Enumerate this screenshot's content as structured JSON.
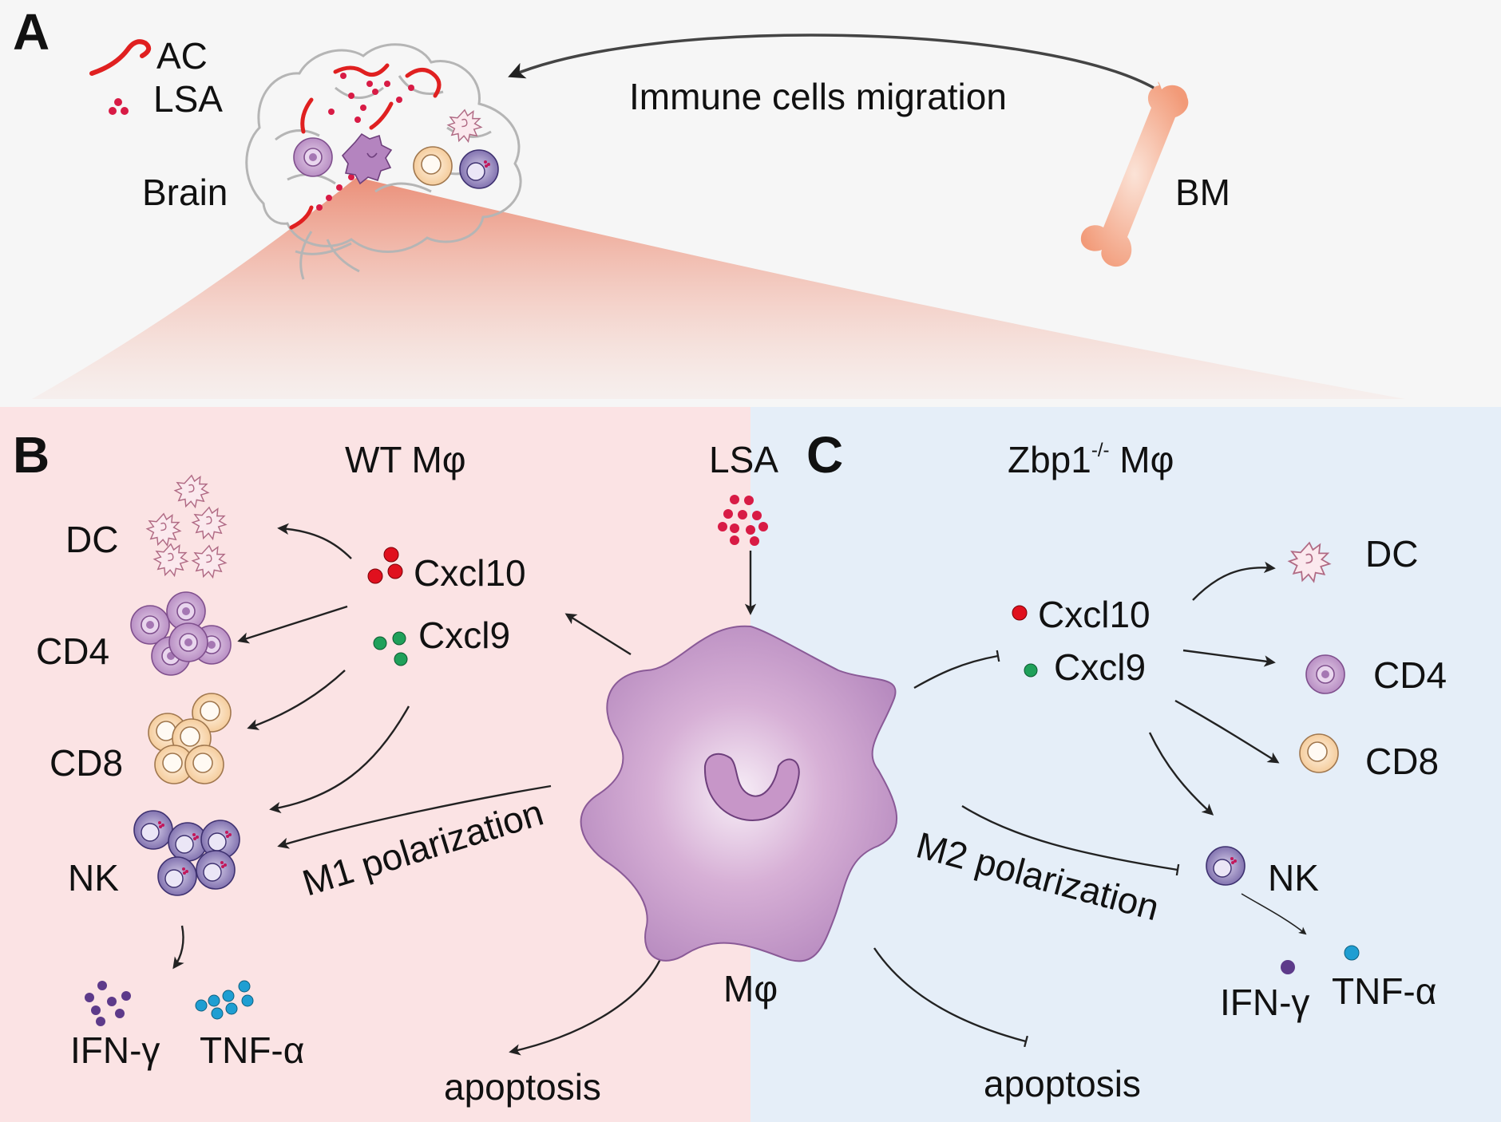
{
  "panel_a": {
    "letter": "A",
    "legend": {
      "ac_label": "AC",
      "lsa_label": "LSA"
    },
    "brain_label": "Brain",
    "bm_label": "BM",
    "migration_label": "Immune cells migration"
  },
  "panel_b": {
    "letter": "B",
    "title": "WT Mφ",
    "chemokines": [
      "Cxcl10",
      "Cxcl9"
    ],
    "cells": [
      "DC",
      "CD4",
      "CD8",
      "NK"
    ],
    "cytokines": [
      "IFN-γ",
      "TNF-α"
    ],
    "polarization": "M1 polarization",
    "apoptosis": "apoptosis"
  },
  "panel_c": {
    "letter": "C",
    "title_main": "Zbp1",
    "title_sup": "-/-",
    "title_tail": " Mφ",
    "chemokines": [
      "Cxcl10",
      "Cxcl9"
    ],
    "cells": [
      "DC",
      "CD4",
      "CD8",
      "NK"
    ],
    "cytokines": [
      "IFN-γ",
      "TNF-α"
    ],
    "polarization": "M2 polarization",
    "apoptosis": "apoptosis"
  },
  "center": {
    "lsa_label": "LSA",
    "macrophage_label": "Mφ"
  },
  "colors": {
    "left_bg": "#fbe3e4",
    "right_bg": "#e5eef8",
    "top_bg": "#f6f6f6",
    "cone": "#ef9a86",
    "lsa_dot": "#d81b45",
    "ac_worm": "#e02020",
    "cxcl10": "#e0101e",
    "cxcl9": "#1fa05a",
    "ifn": "#5d3a8a",
    "tnf": "#1f9ed2",
    "cd4": "#b78bc2",
    "cd8": "#f7d3a9",
    "nk": "#8879b5",
    "macrophage": "#c59ac8",
    "arrow": "#222222"
  }
}
